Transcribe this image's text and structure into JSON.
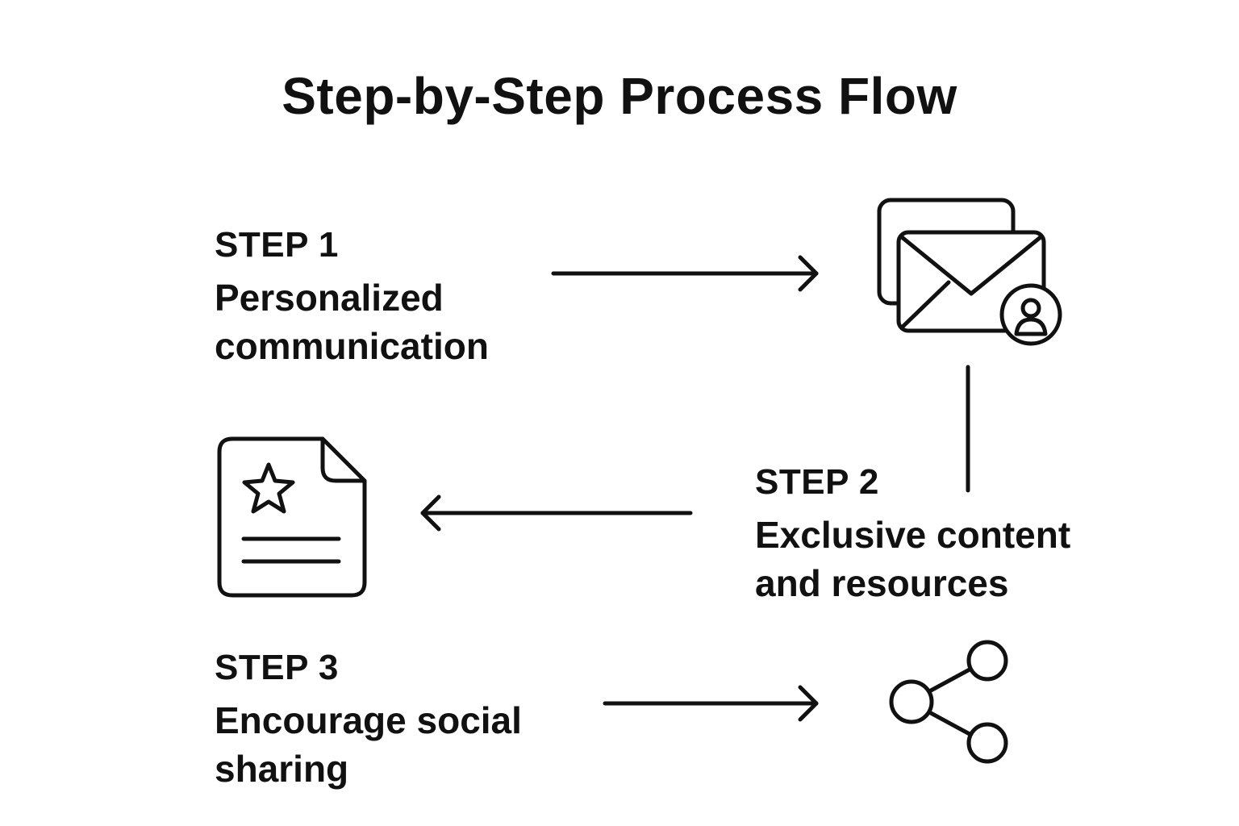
{
  "title": "Step-by-Step Process Flow",
  "steps": [
    {
      "number": "STEP 1",
      "label_line1": "Personalized",
      "label_line2": "communication",
      "icon": "email-user-icon"
    },
    {
      "number": "STEP 2",
      "label_line1": "Exclusive content",
      "label_line2": "and resources",
      "icon": "document-star-icon"
    },
    {
      "number": "STEP 3",
      "label_line1": "Encourage social",
      "label_line2": "sharing",
      "icon": "share-icon"
    }
  ],
  "colors": {
    "ink": "#111111",
    "background": "#ffffff"
  }
}
